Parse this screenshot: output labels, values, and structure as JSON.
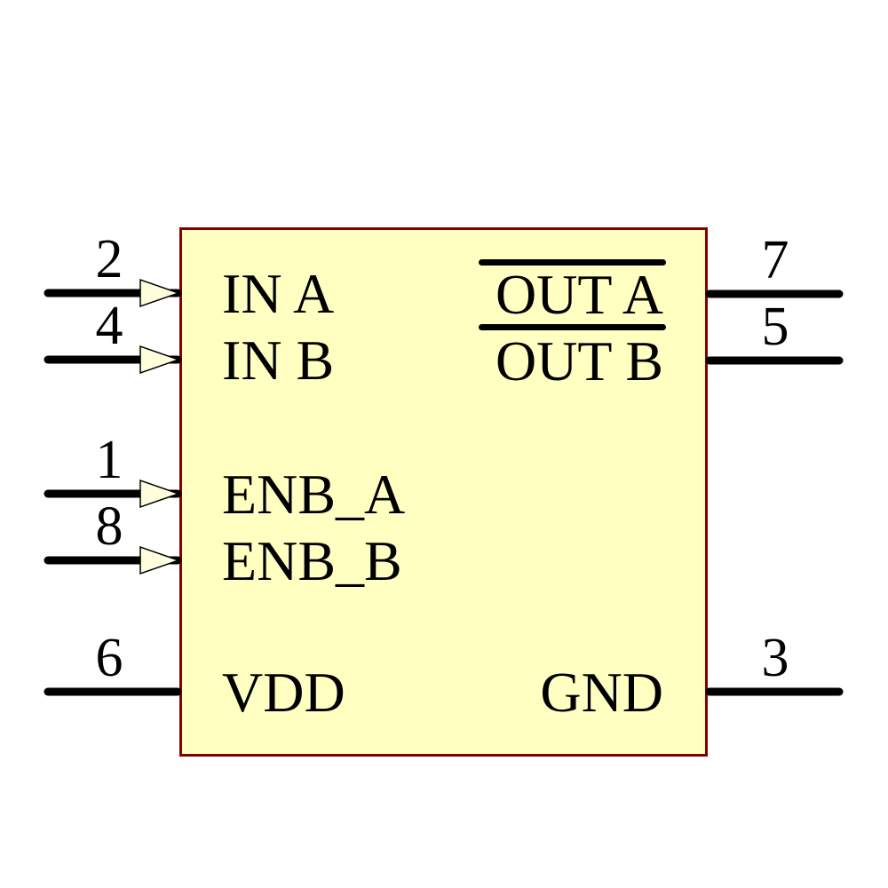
{
  "symbol": {
    "kind": "ic-schematic-symbol",
    "colors": {
      "body_fill": "#FFFFC2",
      "body_border": "#840000",
      "wire": "#000000",
      "text": "#000000",
      "input_arrow_fill": "#FFFFDE",
      "background": "#FFFFFF"
    },
    "pins": {
      "left": [
        {
          "number": "2",
          "name": "IN A",
          "style": "input-arrow"
        },
        {
          "number": "4",
          "name": "IN B",
          "style": "input-arrow"
        },
        {
          "number": "1",
          "name": "ENB_A",
          "style": "input-arrow"
        },
        {
          "number": "8",
          "name": "ENB_B",
          "style": "input-arrow"
        },
        {
          "number": "6",
          "name": "VDD",
          "style": "plain"
        }
      ],
      "right": [
        {
          "number": "7",
          "name": "OUT A",
          "style": "plain",
          "active_low": true
        },
        {
          "number": "5",
          "name": "OUT B",
          "style": "plain",
          "active_low": true
        },
        {
          "number": "3",
          "name": "GND",
          "style": "plain",
          "active_low": false
        }
      ]
    }
  }
}
